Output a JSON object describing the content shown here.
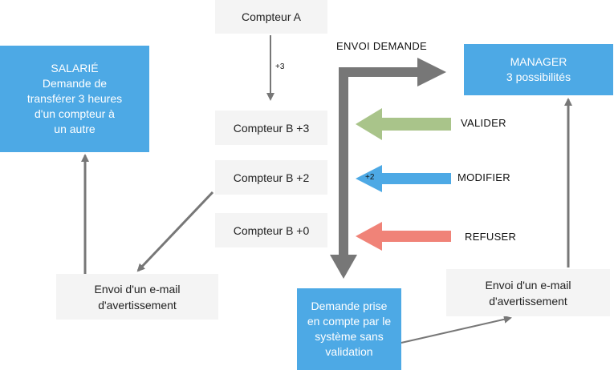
{
  "nodes": {
    "compteur_a": "Compteur A",
    "compteur_b3": "Compteur B +3",
    "compteur_b2": "Compteur B +2",
    "compteur_b0": "Compteur B +0",
    "salarie": "SALARIÉ\nDemande de\ntransférer 3 heures\nd'un compteur à\nun autre",
    "manager": "MANAGER\n3 possibilités",
    "email_left": "Envoi d'un e-mail\nd'avertissement",
    "email_right": "Envoi d'un e-mail\nd'avertissement",
    "demande_prise": "Demande prise\nen compte par le\nsystème sans\nvalidation"
  },
  "labels": {
    "plus3": "+3",
    "plus2": "+2",
    "envoi_demande": "ENVOI DEMANDE",
    "valider": "VALIDER",
    "modifier": "MODIFIER",
    "refuser": "REFUSER"
  },
  "colors": {
    "box_blue": "#4da9e5",
    "box_grey": "#f4f4f4",
    "arrow_grey": "#777777",
    "valider_green": "#a9c48a",
    "modifier_blue": "#4da9e5",
    "refuser_red": "#f08378"
  }
}
